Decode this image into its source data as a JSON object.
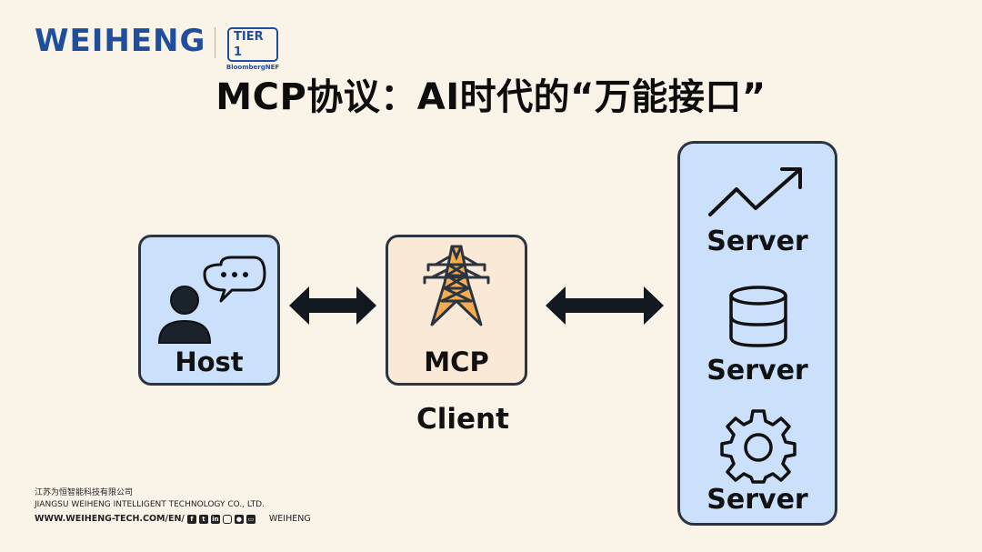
{
  "header": {
    "logo_text": "WEIHENG",
    "badge_main": "TIER 1",
    "badge_sub": "BloombergNEF"
  },
  "title": "MCP协议：AI时代的“万能接口”",
  "diagram": {
    "host": {
      "label": "Host",
      "icon": "user-speech-bubble-icon"
    },
    "mcp": {
      "label": "MCP",
      "icon": "power-tower-icon",
      "caption": "Client"
    },
    "servers": [
      {
        "label": "Server",
        "icon": "trend-up-icon"
      },
      {
        "label": "Server",
        "icon": "database-icon"
      },
      {
        "label": "Server",
        "icon": "gear-icon"
      }
    ],
    "connectors": [
      "bidirectional-arrow",
      "bidirectional-arrow"
    ],
    "colors": {
      "blue_fill": "#cbe0fb",
      "peach_fill": "#fae9d6",
      "tower_orange": "#f7ad4f",
      "border": "#2b3542"
    }
  },
  "footer": {
    "company_cn": "江苏为恒智能科技有限公司",
    "company_en": "JIANGSU WEIHENG INTELLIGENT TECHNOLOGY CO., LTD.",
    "url": "WWW.WEIHENG-TECH.COM/EN/",
    "social_icons": [
      "facebook-icon",
      "twitter-icon",
      "linkedin-icon",
      "instagram-icon",
      "wechat-icon",
      "line-icon"
    ],
    "brand": "WEIHENG"
  }
}
